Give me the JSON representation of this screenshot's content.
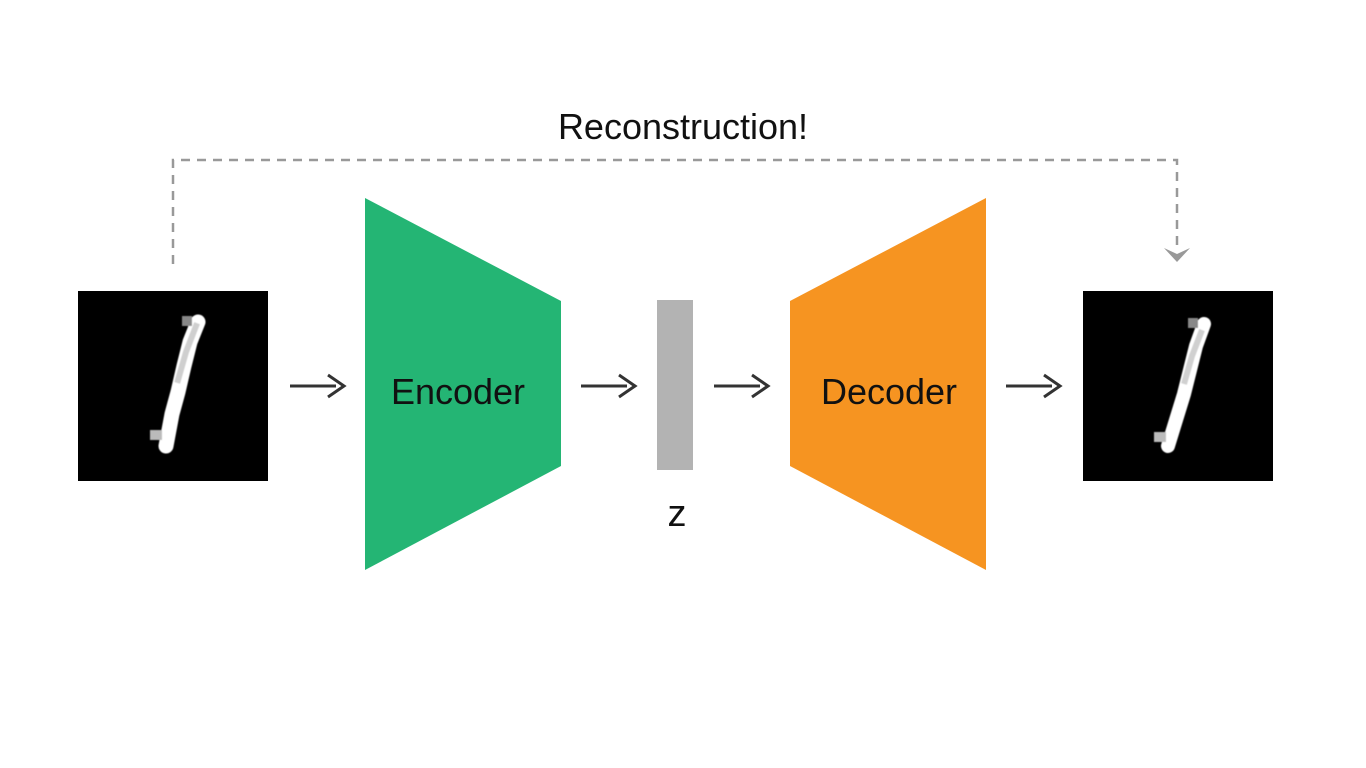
{
  "diagram": {
    "title": "Reconstruction!",
    "encoder_label": "Encoder",
    "decoder_label": "Decoder",
    "latent_label": "z"
  },
  "colors": {
    "encoder": "#24b574",
    "decoder": "#f69421",
    "latent": "#b3b3b3",
    "arrow": "#333333",
    "dashed_line": "#999999",
    "image_background": "#000000",
    "digit_stroke": "#ffffff"
  },
  "icons": {
    "input": "digit-one-image",
    "output": "digit-one-image",
    "flow": "arrow-right-icon",
    "feedback": "arrow-down-icon"
  }
}
